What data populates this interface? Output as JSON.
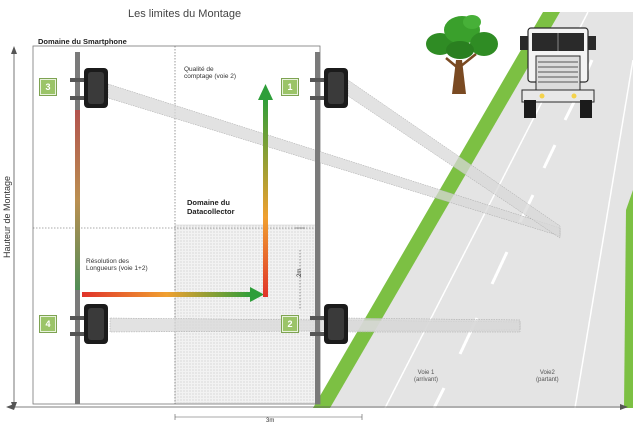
{
  "title": "Les limites du Montage",
  "domaine_smartphone": "Domaine du Smartphone",
  "domaine_datacollector": "Domaine du\nDatacollector",
  "qualite_comptage": "Qualité de\ncomptage (voie 2)",
  "resolution_longueurs": "Résolution des\nLongueurs (voie 1+2)",
  "hauteur_label": "Hauteur de Montage",
  "voie1": "Voie 1\n(arrivant)",
  "voie2": "Voie2\n(partant)",
  "distance": "3m",
  "dimension_v": "2m",
  "badges": [
    "3",
    "1",
    "4",
    "2"
  ],
  "colors": {
    "green_strip": "#7cc043",
    "arrow_green": "#2e9e3a",
    "arrow_red": "#e0332a",
    "arrow_orange": "#f0a030",
    "badge": "#9bc468",
    "road": "#e4e4e4"
  },
  "icons": [
    "tree-icon",
    "truck-icon",
    "sensor-icon"
  ]
}
